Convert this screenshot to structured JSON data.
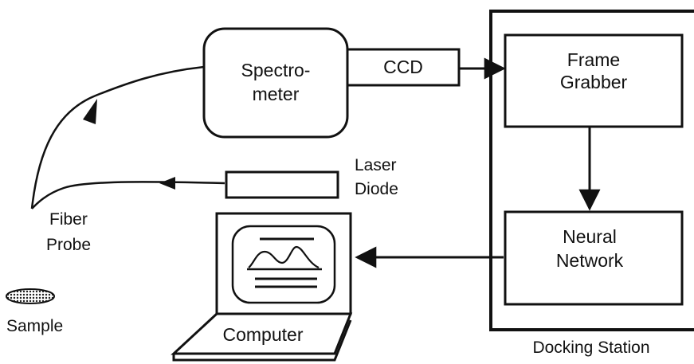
{
  "diagram": {
    "components": {
      "spectrometer": {
        "line1": "Spectro-",
        "line2": "meter"
      },
      "ccd": {
        "label": "CCD"
      },
      "frame_grabber": {
        "line1": "Frame",
        "line2": "Grabber"
      },
      "neural_network": {
        "line1": "Neural",
        "line2": "Network"
      },
      "docking_station": {
        "label": "Docking Station"
      },
      "laser_diode": {
        "line1": "Laser",
        "line2": "Diode"
      },
      "fiber_probe": {
        "line1": "Fiber",
        "line2": "Probe"
      },
      "sample": {
        "label": "Sample"
      },
      "computer": {
        "label": "Computer"
      }
    },
    "colors": {
      "ink": "#111111",
      "background": "#ffffff"
    }
  }
}
